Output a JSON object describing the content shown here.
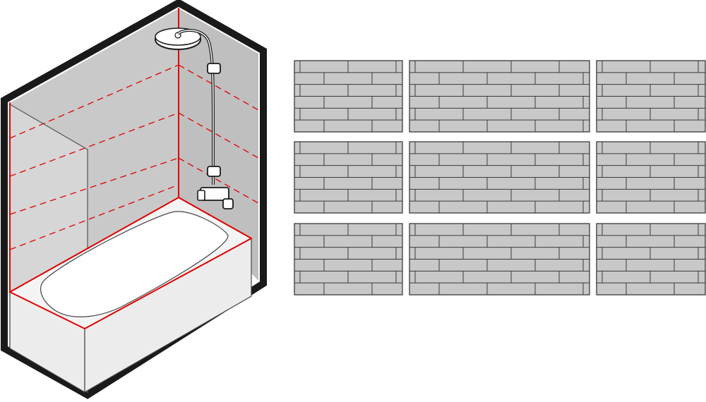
{
  "colors": {
    "outline": "#1a1a1a",
    "wall_fill": "#c9c9c9",
    "wall_fill_side": "#bfbfbf",
    "glass": "#d9d9d9",
    "tub_front": "#ececec",
    "tub_top": "#f4f4f4",
    "tub_inner": "#ffffff",
    "marking": "#e00000",
    "tile_fill": "#c8c8c8",
    "tile_line": "#3a3a3a"
  },
  "icons": {
    "shower_head": "rain-shower-head-icon",
    "mixer": "thermostatic-mixer-icon"
  },
  "tile_grid": {
    "rows": 3,
    "columns": 3,
    "courses_per_panel": 6
  }
}
